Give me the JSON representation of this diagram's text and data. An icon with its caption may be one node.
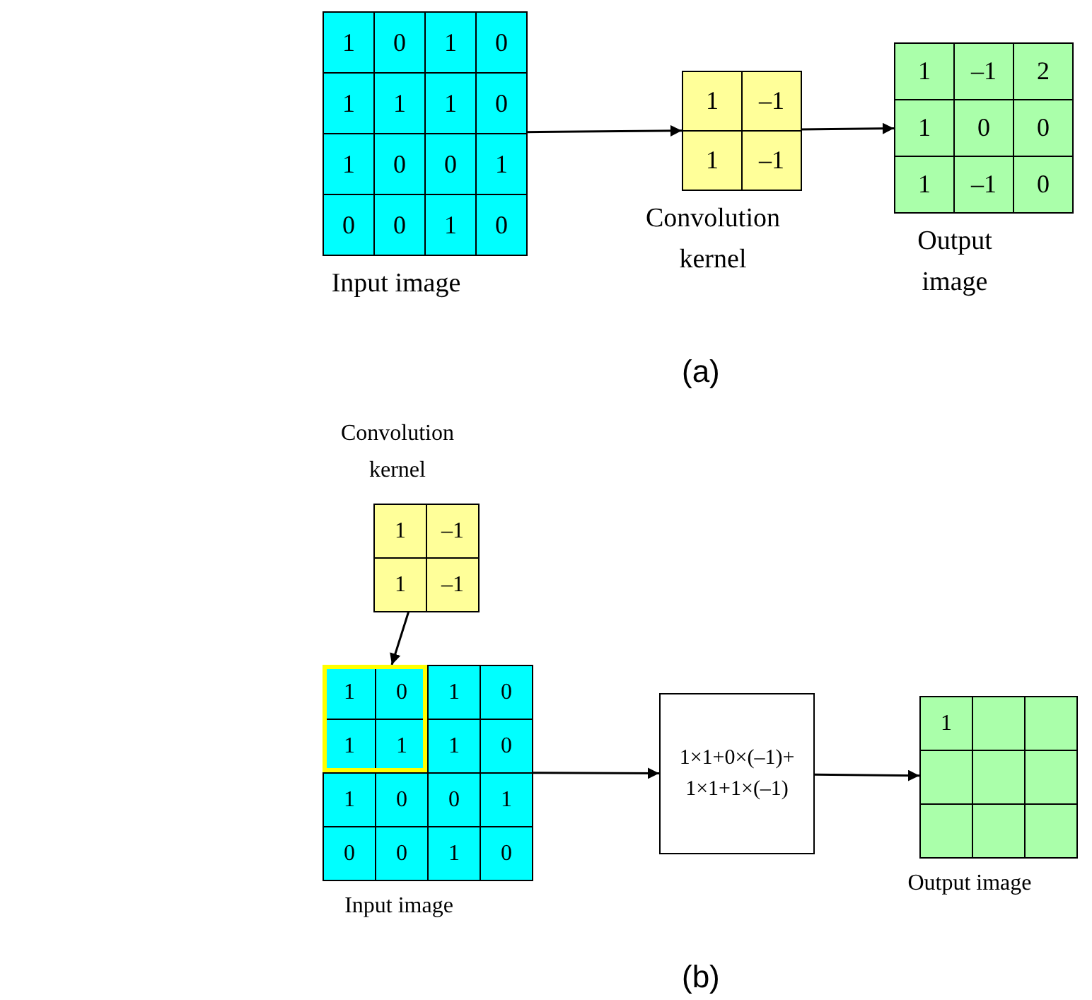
{
  "diagram": {
    "nodes": [
      {
        "text": [
          "1",
          "0",
          "1",
          "0",
          "1",
          "1",
          "1",
          "0",
          "1",
          "0",
          "0",
          "1",
          "0",
          "0",
          "1",
          "0"
        ],
        "beside": [
          "Input image"
        ]
      },
      {
        "text": [
          "1",
          "–1",
          "1",
          "–1"
        ],
        "beside": [
          "Convolution kernel"
        ]
      },
      {
        "text": [
          "1",
          "–1",
          "2",
          "1",
          "0",
          "0",
          "1",
          "–1",
          "0"
        ],
        "beside": [
          "Output image"
        ]
      },
      {
        "text": [
          "1",
          "–1",
          "1",
          "–1"
        ],
        "beside": [
          "Convolution kernel"
        ]
      },
      {
        "text": [
          "1",
          "0",
          "1",
          "0",
          "1",
          "1",
          "1",
          "0",
          "1",
          "0",
          "0",
          "1",
          "0",
          "0",
          "1",
          "0"
        ],
        "beside": [
          "Input image"
        ]
      },
      {
        "text": [
          "1×1+0×(–1)+ 1×1+1×(–1)"
        ]
      },
      {
        "text": [
          "1"
        ],
        "beside": [
          "Output image"
        ]
      }
    ],
    "edges": [
      {
        "from": 0,
        "to": 1,
        "arrow": "to"
      },
      {
        "from": 1,
        "to": 2,
        "arrow": "to"
      },
      {
        "from": 3,
        "to": 4,
        "arrow": "to"
      },
      {
        "from": 4,
        "to": 5,
        "arrow": "to"
      },
      {
        "from": 5,
        "to": 6,
        "arrow": "to"
      }
    ],
    "labels": [
      "(a)",
      "(b)"
    ]
  }
}
